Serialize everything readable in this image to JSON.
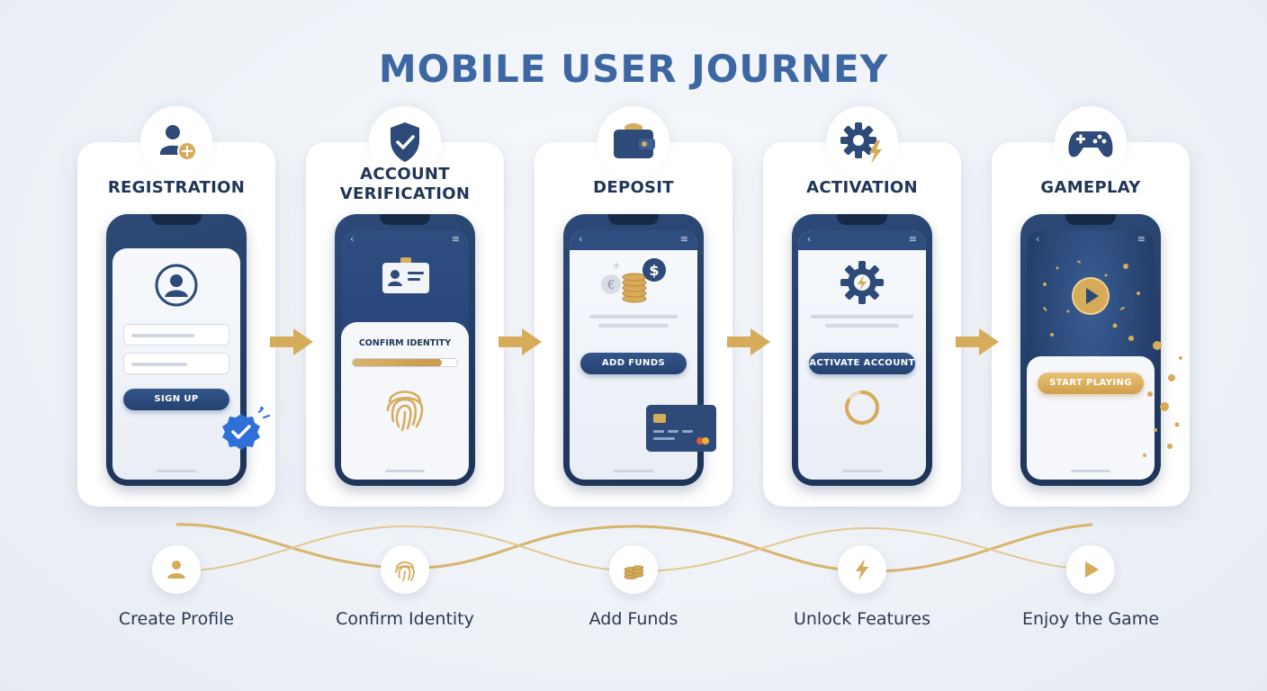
{
  "title": "MOBILE USER JOURNEY",
  "steps": [
    {
      "title": "REGISTRATION",
      "icon": "user-add-icon",
      "button": "SIGN UP",
      "caption": "Create Profile",
      "caption_icon": "user-icon"
    },
    {
      "title": "ACCOUNT VERIFICATION",
      "icon": "shield-check-icon",
      "screen_label": "CONFIRM IDENTITY",
      "progress": 0.85,
      "caption": "Confirm Identity",
      "caption_icon": "fingerprint-icon"
    },
    {
      "title": "DEPOSIT",
      "icon": "wallet-icon",
      "button": "ADD FUNDS",
      "caption": "Add Funds",
      "caption_icon": "coins-icon"
    },
    {
      "title": "ACTIVATION",
      "icon": "gear-bolt-icon",
      "button": "ACTIVATE ACCOUNT",
      "caption": "Unlock Features",
      "caption_icon": "bolt-icon"
    },
    {
      "title": "GAMEPLAY",
      "icon": "gamepad-icon",
      "button": "START PLAYING",
      "caption": "Enjoy the Game",
      "caption_icon": "play-icon"
    }
  ],
  "colors": {
    "navy": "#2d4a78",
    "gold": "#d6ab5a",
    "title_blue": "#3d67a3",
    "background": "#eef2f7"
  }
}
